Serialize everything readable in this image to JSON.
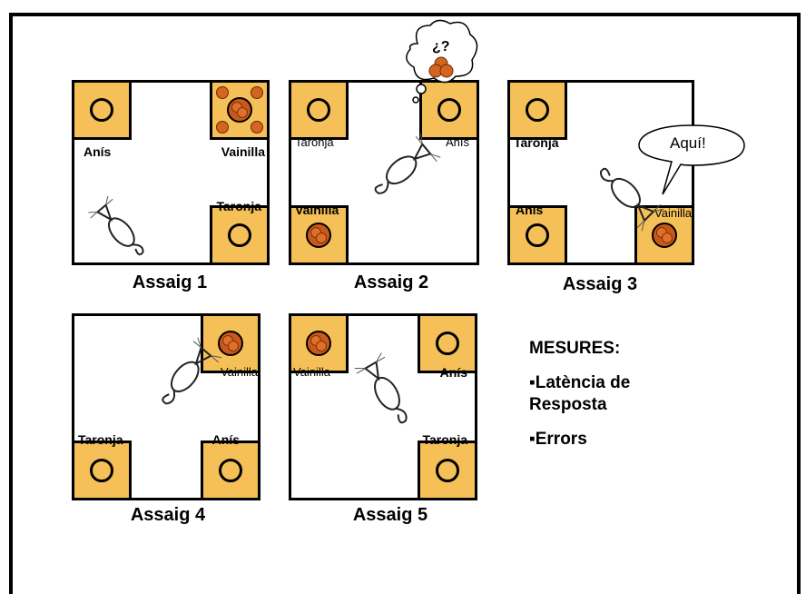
{
  "trials": [
    {
      "title": "Assaig 1",
      "labels": {
        "tl": "Anís",
        "tr": "Vainilla",
        "br": "Taronja"
      }
    },
    {
      "title": "Assaig 2",
      "labels": {
        "tl": "Taronja",
        "tr": "Anís",
        "bl": "Vainilla"
      },
      "thought": "¿?"
    },
    {
      "title": "Assaig 3",
      "labels": {
        "tl": "Taronja",
        "bl": "Anís",
        "br": "Vainilla"
      },
      "speech": "Aquí!"
    },
    {
      "title": "Assaig 4",
      "labels": {
        "tr": "Vainilla",
        "bl": "Taronja",
        "br": "Anís"
      }
    },
    {
      "title": "Assaig 5",
      "labels": {
        "tl": "Vainilla",
        "tr": "Anís",
        "br": "Taronja"
      }
    }
  ],
  "measures": {
    "heading": "MESURES:",
    "item1": "▪Latència de Resposta",
    "item2": "▪Errors"
  },
  "colors": {
    "cup": "#f4c057",
    "food": "#c9591a"
  }
}
